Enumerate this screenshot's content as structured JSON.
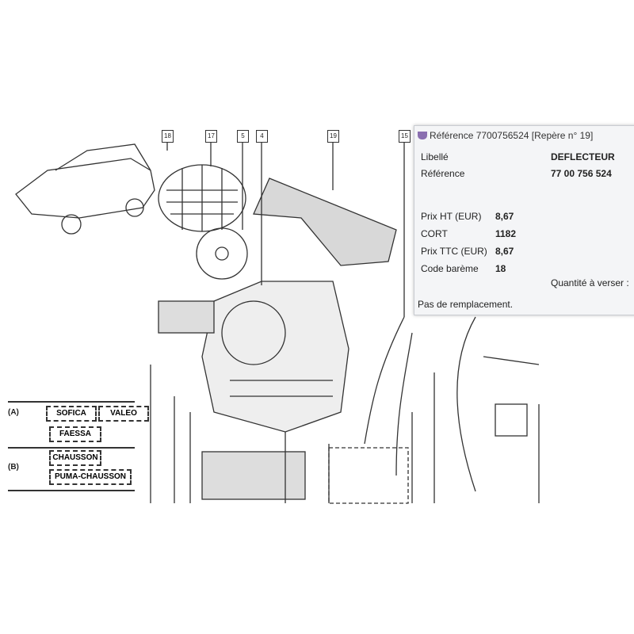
{
  "diagram": {
    "callouts": [
      "18",
      "17",
      "5",
      "4",
      "19",
      "15"
    ],
    "legend": {
      "a_label": "(A)",
      "b_label": "(B)",
      "a_suppliers": [
        "SOFICA",
        "VALEO",
        "FAESSA"
      ],
      "b_suppliers": [
        "CHAUSSON",
        "PUMA-CHAUSSON"
      ]
    }
  },
  "popup": {
    "title": "Référence 7700756524 [Repère n° 19]",
    "libelle_label": "Libellé",
    "libelle_value": "DEFLECTEUR",
    "reference_label": "Référence",
    "reference_value": "77 00 756 524",
    "prix_ht_label": "Prix HT (EUR)",
    "prix_ht_value": "8,67",
    "cort_label": "CORT",
    "cort_value": "1182",
    "prix_ttc_label": "Prix TTC (EUR)",
    "prix_ttc_value": "8,67",
    "code_bareme_label": "Code barème",
    "code_bareme_value": "18",
    "quantite_label": "Quantité à verser :",
    "remplacement": "Pas de remplacement."
  }
}
